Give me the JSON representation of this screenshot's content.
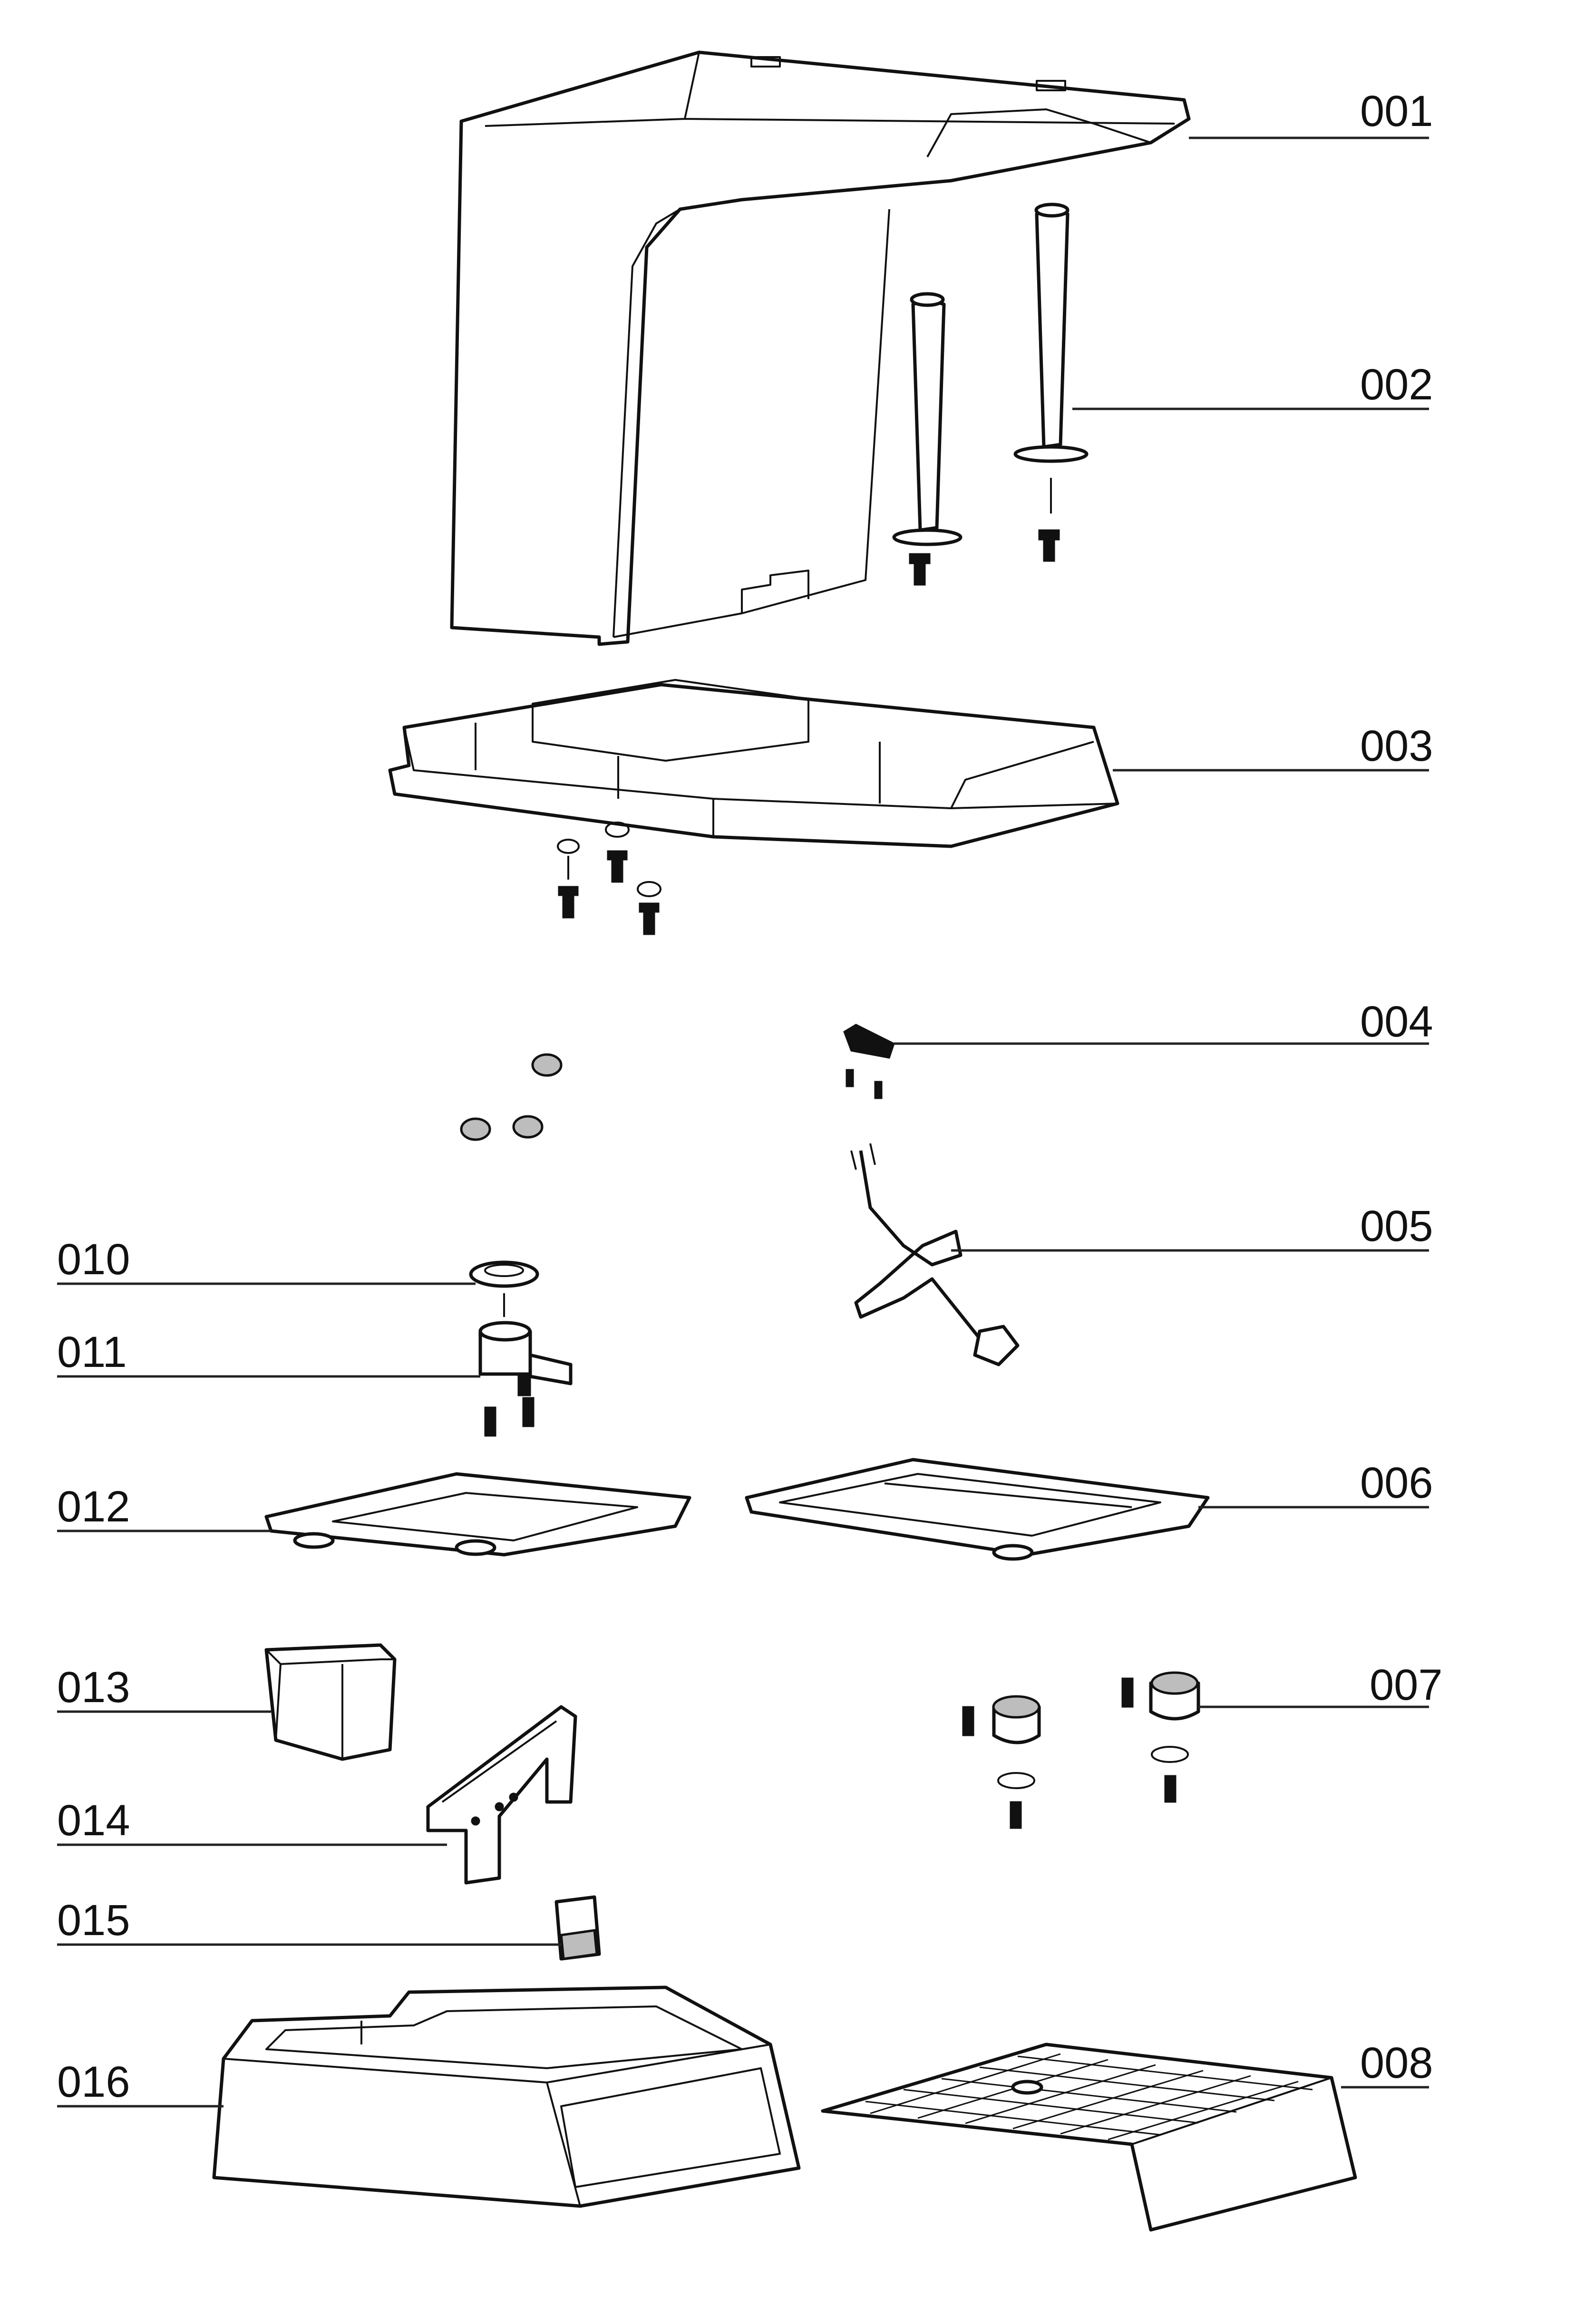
{
  "labels": {
    "p001": "001",
    "p002": "002",
    "p003": "003",
    "p004": "004",
    "p005": "005",
    "p006": "006",
    "p007": "007",
    "p008": "008",
    "p010": "010",
    "p011": "011",
    "p012": "012",
    "p013": "013",
    "p014": "014",
    "p015": "015",
    "p016": "016"
  }
}
